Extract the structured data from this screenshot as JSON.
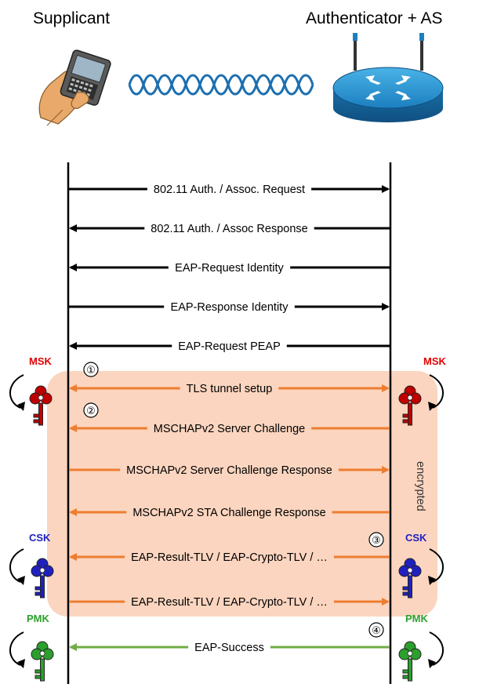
{
  "supplicant_title": "Supplicant",
  "authenticator_title": "Authenticator + AS",
  "encrypted_label": "encrypted",
  "colors": {
    "black": "#000000",
    "orange": "#ed7d31",
    "green": "#70ad47",
    "msk": "#e00000",
    "csk": "#2020c0",
    "pmk": "#2ca02c",
    "tunnel": "#fbd5bf"
  },
  "messages": [
    {
      "label": "802.11 Auth. / Assoc. Request",
      "direction": "right",
      "color": "black"
    },
    {
      "label": "802.11 Auth. / Assoc Response",
      "direction": "left",
      "color": "black"
    },
    {
      "label": "EAP-Request Identity",
      "direction": "left",
      "color": "black"
    },
    {
      "label": "EAP-Response Identity",
      "direction": "right",
      "color": "black"
    },
    {
      "label": "EAP-Request PEAP",
      "direction": "left",
      "color": "black"
    },
    {
      "label": "TLS tunnel setup",
      "direction": "both",
      "color": "orange"
    },
    {
      "label": "MSCHAPv2 Server Challenge",
      "direction": "left",
      "color": "orange"
    },
    {
      "label": "MSCHAPv2 Server Challenge Response",
      "direction": "right",
      "color": "orange"
    },
    {
      "label": "MSCHAPv2 STA Challenge Response",
      "direction": "left",
      "color": "orange"
    },
    {
      "label": "EAP-Result-TLV / EAP-Crypto-TLV / …",
      "direction": "left",
      "color": "orange"
    },
    {
      "label": "EAP-Result-TLV / EAP-Crypto-TLV / …",
      "direction": "right",
      "color": "orange"
    },
    {
      "label": "EAP-Success",
      "direction": "left",
      "color": "green"
    }
  ],
  "steps": [
    "①",
    "②",
    "③",
    "④"
  ],
  "keys": {
    "left": [
      {
        "name": "MSK",
        "color": "msk"
      },
      {
        "name": "CSK",
        "color": "csk"
      },
      {
        "name": "PMK",
        "color": "pmk"
      }
    ],
    "right": [
      {
        "name": "MSK",
        "color": "msk"
      },
      {
        "name": "CSK",
        "color": "csk"
      },
      {
        "name": "PMK",
        "color": "pmk"
      }
    ]
  },
  "icons": {
    "supplicant": "handheld-device-icon",
    "link": "wireless-link-icon",
    "authenticator": "router-icon",
    "key": "key-icon"
  }
}
